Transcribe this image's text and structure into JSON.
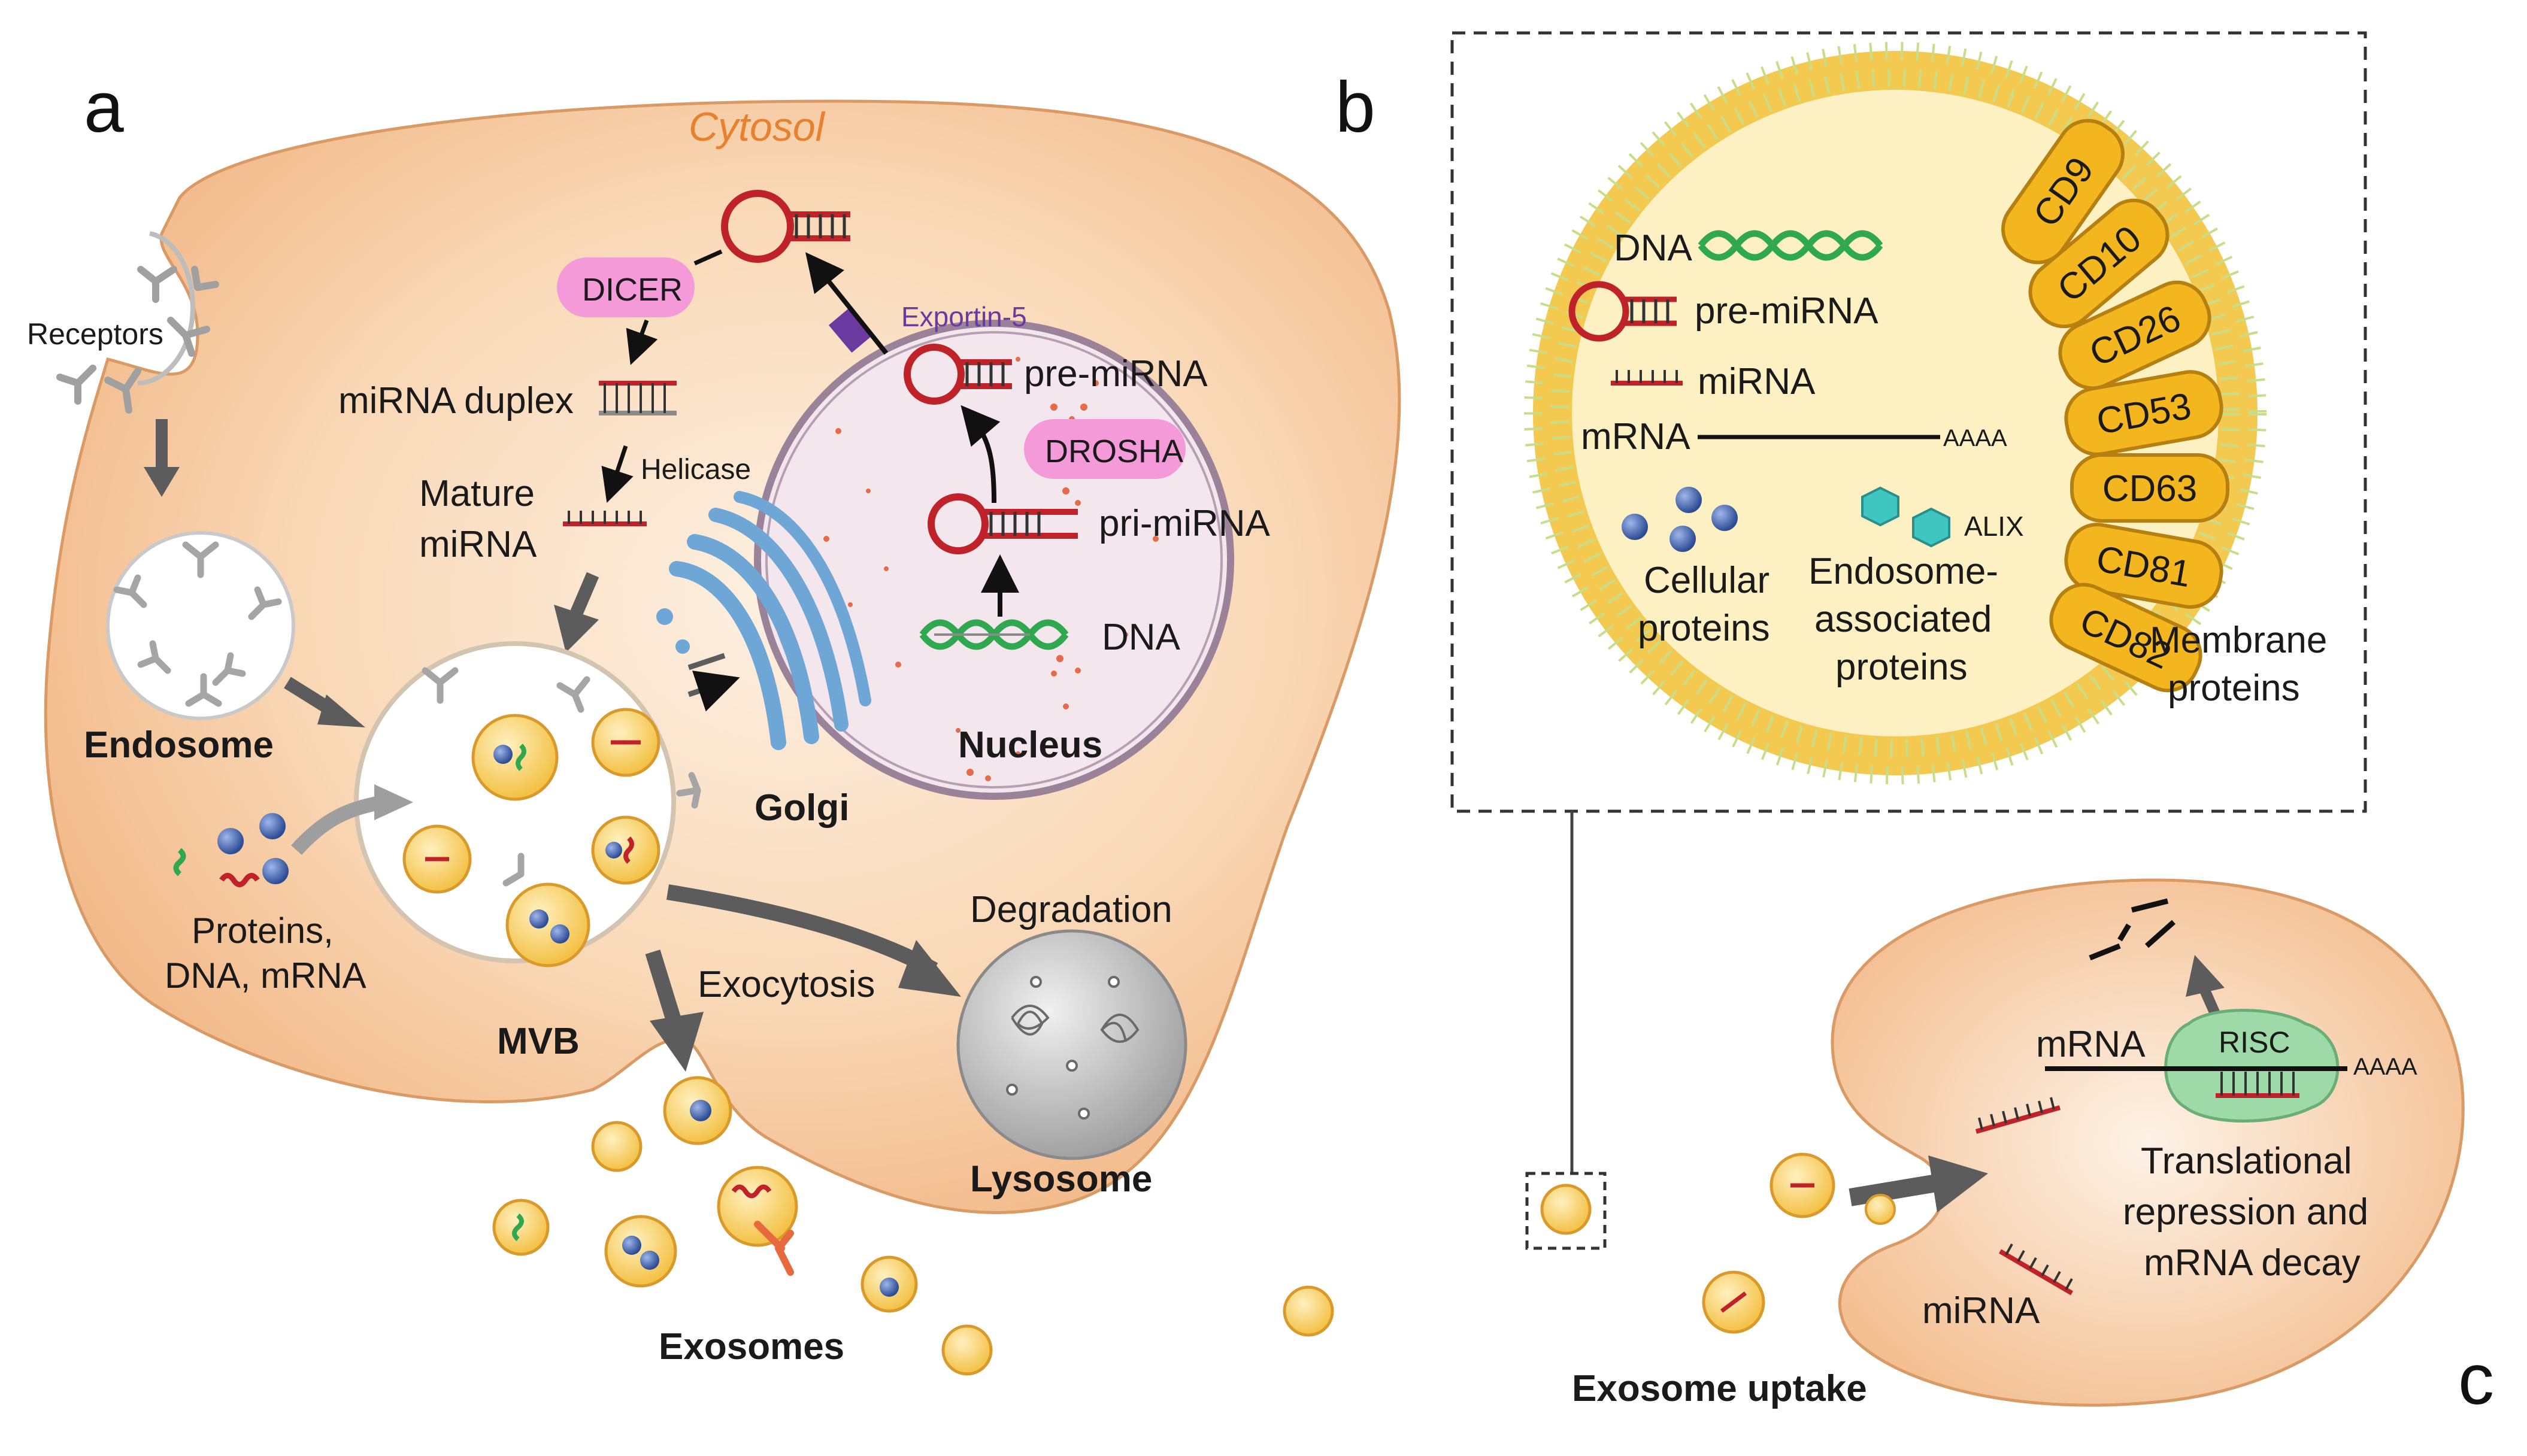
{
  "panels": {
    "a": "a",
    "b": "b",
    "c": "c"
  },
  "panel_a": {
    "cytosol": "Cytosol",
    "receptors": "Receptors",
    "endosome": "Endosome",
    "dicer": "DICER",
    "mirna_duplex": "miRNA duplex",
    "helicase": "Helicase",
    "mature_mirna_1": "Mature",
    "mature_mirna_2": "miRNA",
    "exportin": "Exportin-5",
    "pre_mirna": "pre-miRNA",
    "drosha": "DROSHA",
    "pri_mirna": "pri-miRNA",
    "dna": "DNA",
    "nucleus": "Nucleus",
    "golgi": "Golgi",
    "proteins_1": "Proteins,",
    "proteins_2": "DNA, mRNA",
    "mvb": "MVB",
    "exocytosis": "Exocytosis",
    "degradation": "Degradation",
    "lysosome": "Lysosome",
    "exosomes": "Exosomes"
  },
  "panel_b": {
    "dna": "DNA",
    "pre_mirna": "pre-miRNA",
    "mirna": "miRNA",
    "mrna": "mRNA",
    "polya": "AAAA",
    "alix": "ALIX",
    "cellular_1": "Cellular",
    "cellular_2": "proteins",
    "endo_1": "Endosome-",
    "endo_2": "associated",
    "endo_3": "proteins",
    "membrane_1": "Membrane",
    "membrane_2": "proteins",
    "markers": [
      "CD9",
      "CD10",
      "CD26",
      "CD53",
      "CD63",
      "CD81",
      "CD82"
    ]
  },
  "panel_c": {
    "mrna": "mRNA",
    "risc": "RISC",
    "polya": "AAAA",
    "trans_1": "Translational",
    "trans_2": "repression and",
    "trans_3": "mRNA decay",
    "mirna": "miRNA",
    "uptake": "Exosome uptake"
  },
  "colors": {
    "cell_fill": "#f6c9a0",
    "exosome_fill": "#f7c948",
    "rna_red": "#c0222a",
    "dna_green": "#2fa84f",
    "protein_blue": "#3d5ea8",
    "enzyme_pink": "#f59ad8",
    "marker_gold": "#f3b61f",
    "exportin_purple": "#6b3aa0"
  }
}
